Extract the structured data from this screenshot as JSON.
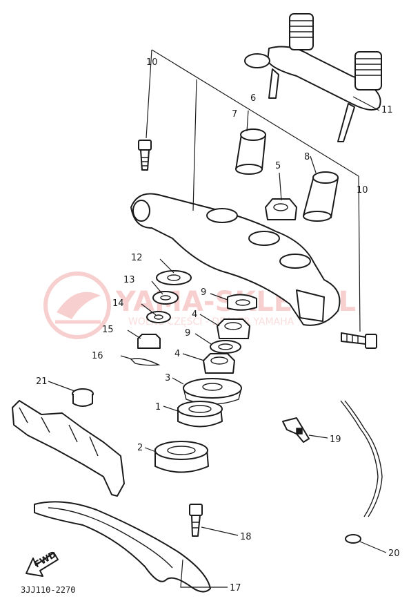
{
  "diagram_code": "3JJ110-2270",
  "fwd_label": "FWD",
  "watermark": {
    "title": "YAMA-SKLEP.PL",
    "subtitle": "WOLNE CZĘŚCI - DEALER YAMAHA",
    "color": "#f2a8a8"
  },
  "callouts": [
    "1",
    "2",
    "3",
    "4",
    "4",
    "5",
    "6",
    "7",
    "8",
    "9",
    "9",
    "10",
    "10",
    "11",
    "12",
    "13",
    "14",
    "15",
    "16",
    "17",
    "18",
    "19",
    "20",
    "21"
  ]
}
